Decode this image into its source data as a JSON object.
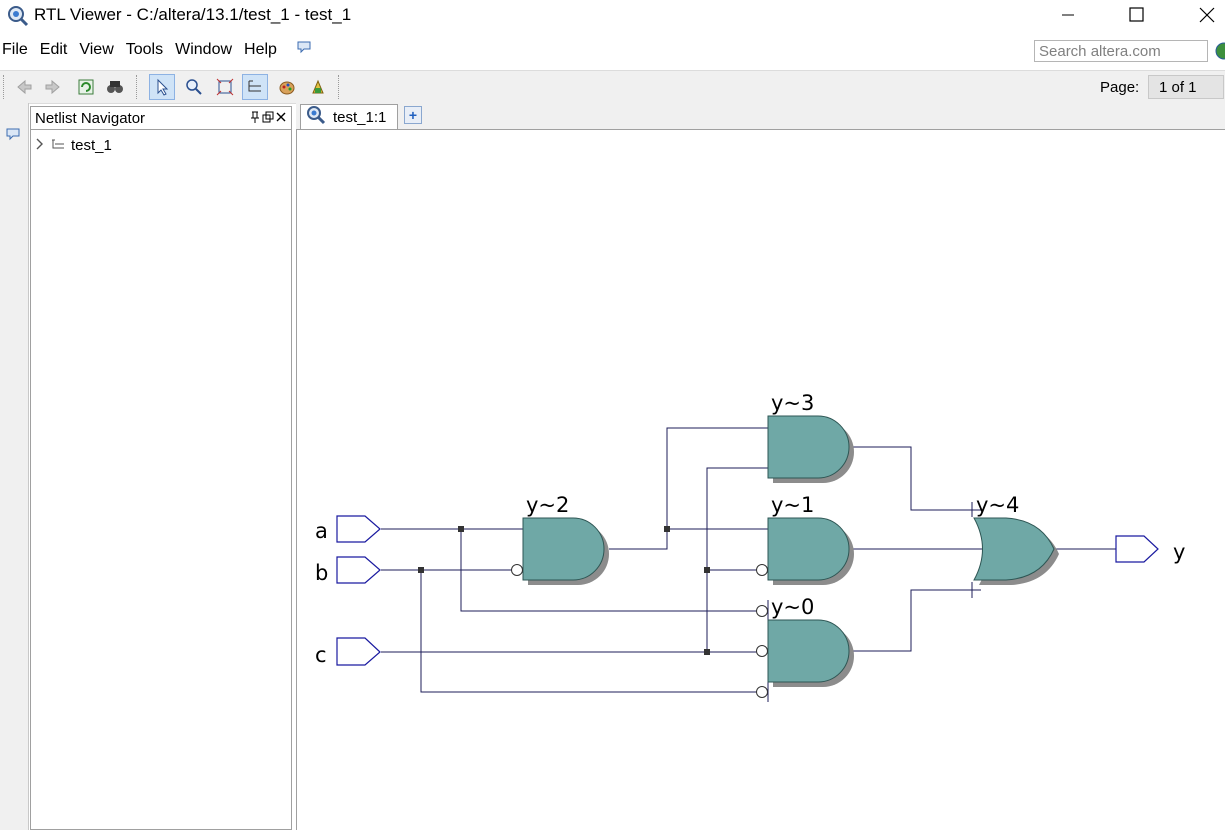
{
  "window": {
    "title": "RTL Viewer - C:/altera/13.1/test_1 - test_1"
  },
  "menu": {
    "items": [
      "File",
      "Edit",
      "View",
      "Tools",
      "Window",
      "Help"
    ]
  },
  "search": {
    "placeholder": "Search altera.com"
  },
  "toolbar": {
    "page_label": "Page:",
    "page_value": "1 of 1"
  },
  "navigator": {
    "title": "Netlist Navigator",
    "tree": [
      {
        "label": "test_1"
      }
    ]
  },
  "tabs": [
    {
      "label": "test_1:1"
    }
  ],
  "schematic": {
    "inputs": [
      "a",
      "b",
      "c"
    ],
    "output": "y",
    "gates": [
      {
        "name": "y~3",
        "type": "and"
      },
      {
        "name": "y~2",
        "type": "and"
      },
      {
        "name": "y~1",
        "type": "and"
      },
      {
        "name": "y~0",
        "type": "and"
      },
      {
        "name": "y~4",
        "type": "or"
      }
    ]
  },
  "colors": {
    "gate_fill": "#6fa8a6",
    "gate_shadow": "#8c8c8c",
    "port_stroke": "#1a1aa0",
    "wire": "#1e1e5a",
    "accent": "#cfe3f7"
  }
}
